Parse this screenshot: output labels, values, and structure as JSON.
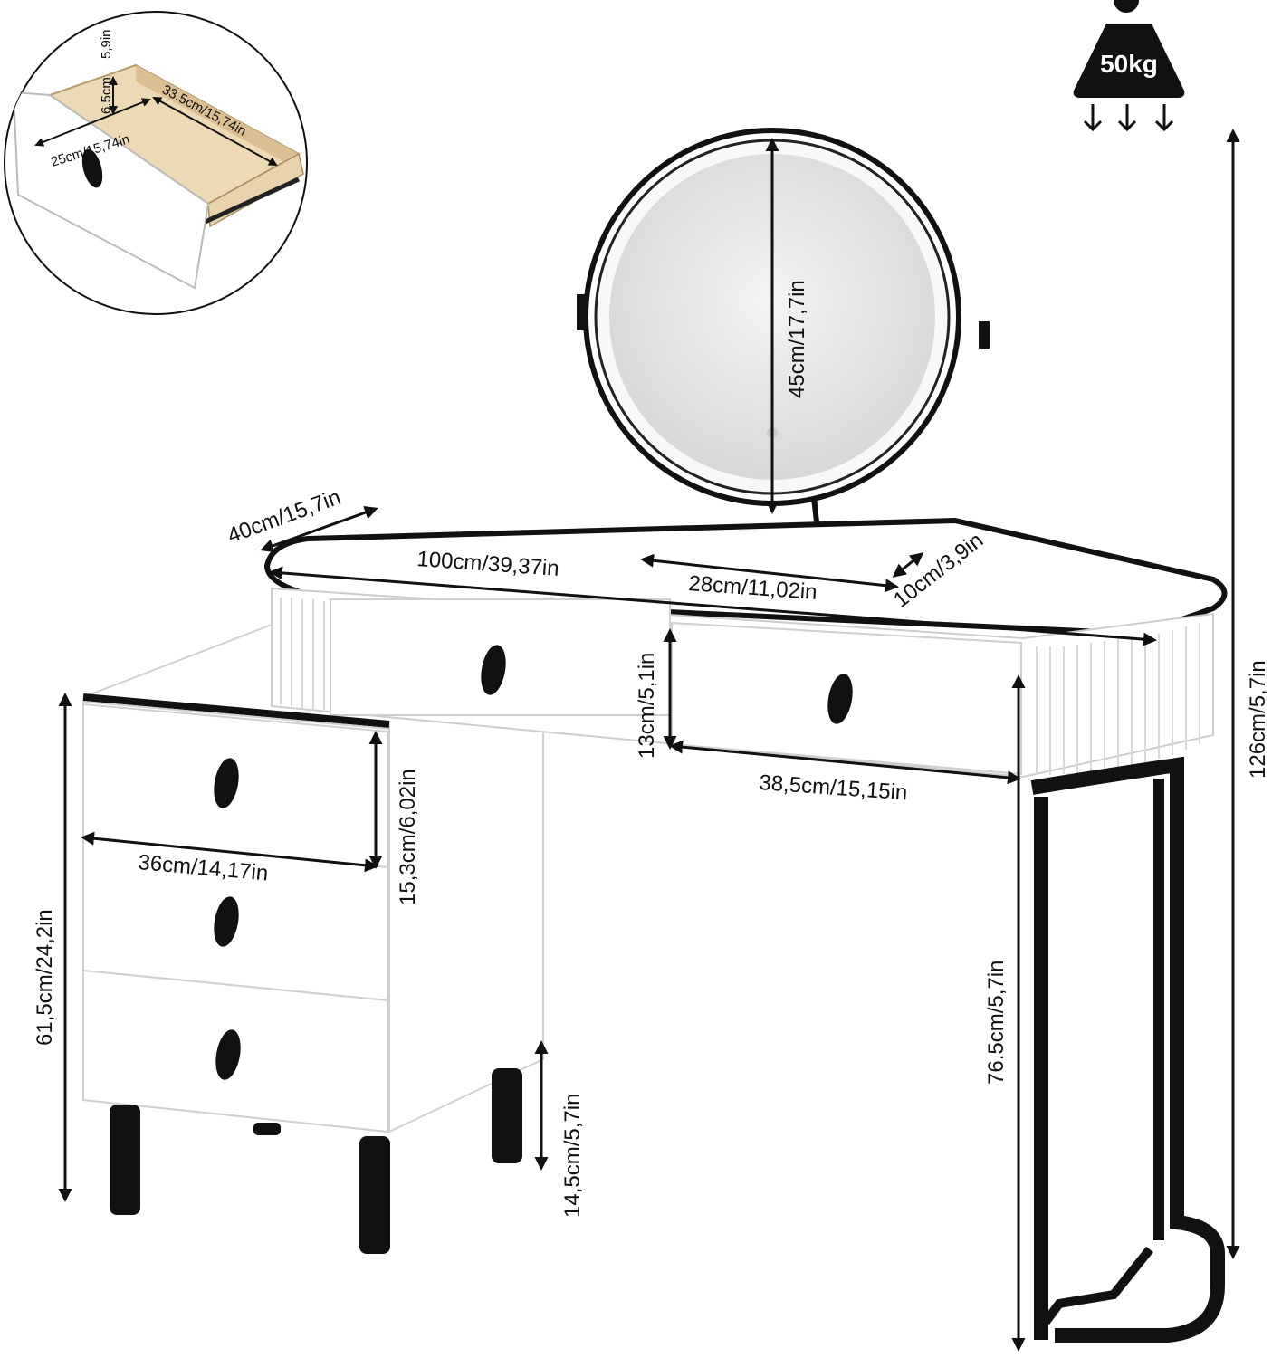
{
  "colors": {
    "frame": "#111111",
    "furniture": "#ffffff",
    "edge": "#cfcfcf",
    "wood": "#ecd9b6",
    "mirror_glass": "#e4e4e4",
    "mirror_glow": "#f7f7f7"
  },
  "weight": {
    "label": "50kg",
    "icon": "weight-icon"
  },
  "drawer_inset": {
    "depth": "6.5cm",
    "height": "5,9in",
    "length": "33.5cm/15,74in",
    "width": "25cm/15,74in"
  },
  "dimensions": {
    "mirror_diameter": "45cm/17,7in",
    "top_depth": "40cm/15,7in",
    "top_width": "100cm/39,37in",
    "base_width": "28cm/11,02in",
    "base_depth": "10cm/3,9in",
    "drawer_height": "13cm/5,1in",
    "drawer_width": "38,5cm/15,15in",
    "total_height": "126cm/5,7in",
    "cabinet_drawer_height": "15,3cm/6,02in",
    "cabinet_drawer_width": "36cm/14,17in",
    "cabinet_height": "61,5cm/24,2in",
    "leg_height": "14,5cm/5,7in",
    "desk_height": "76.5cm/5,7in"
  }
}
